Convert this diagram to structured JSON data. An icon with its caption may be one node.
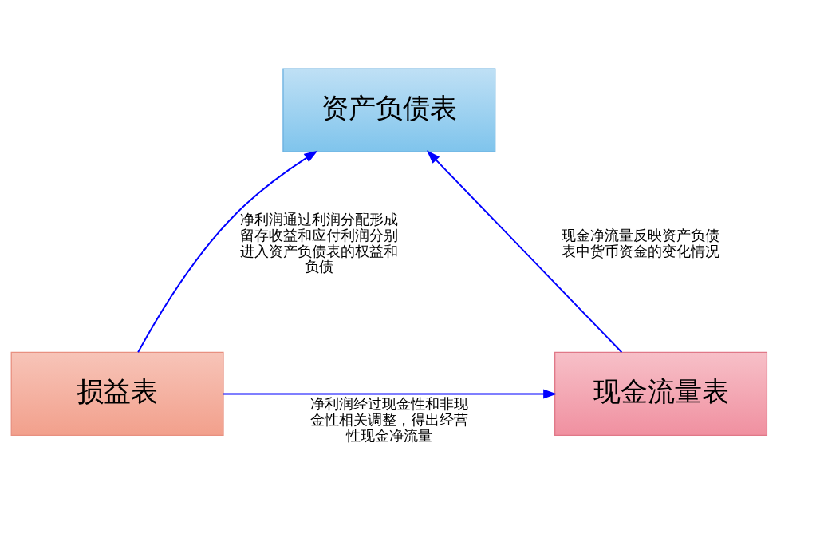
{
  "diagram": {
    "nodes": [
      {
        "text": [
          "资产负债表"
        ]
      },
      {
        "text": [
          "损益表"
        ]
      },
      {
        "text": [
          "现金流量表"
        ]
      }
    ],
    "edges": [
      {
        "from": 1,
        "to": 0,
        "arrow": "to",
        "label": "净利润通过利润分配形成留存收益和应付利润分别进入资产负债表的权益和负债"
      },
      {
        "from": 2,
        "to": 0,
        "arrow": "to",
        "label": "现金净流量反映资产负债表中货币资金的变化情况"
      },
      {
        "from": 1,
        "to": 2,
        "arrow": "to",
        "label": "净利润经过现金性和非现金性相关调整，得出经营性现金净流量"
      }
    ]
  }
}
